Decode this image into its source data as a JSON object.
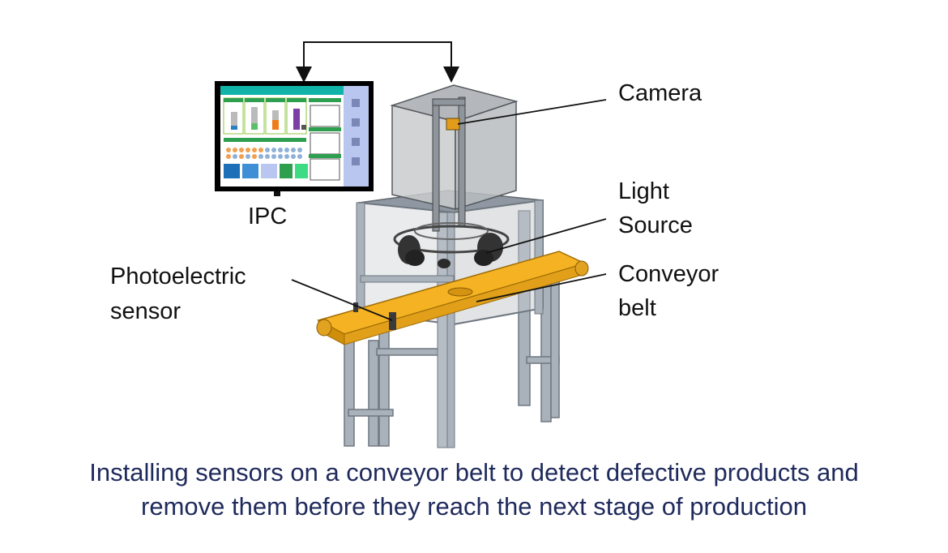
{
  "labels": {
    "camera": "Camera",
    "light_source_line1": "Light",
    "light_source_line2": "Source",
    "conveyor_line1": "Conveyor",
    "conveyor_line2": "belt",
    "photo_line1": "Photoelectric",
    "photo_line2": "sensor",
    "ipc": "IPC"
  },
  "caption": {
    "line1": "Installing sensors on a conveyor belt to detect defective products and",
    "line2": "remove them before they reach the next stage of production"
  },
  "colors": {
    "caption_text": "#1f2a5c",
    "belt": "#f5b323",
    "frame": "#9aa3ad",
    "enclosure": "#c9cbce",
    "screen_accent": "#12b3a8"
  }
}
